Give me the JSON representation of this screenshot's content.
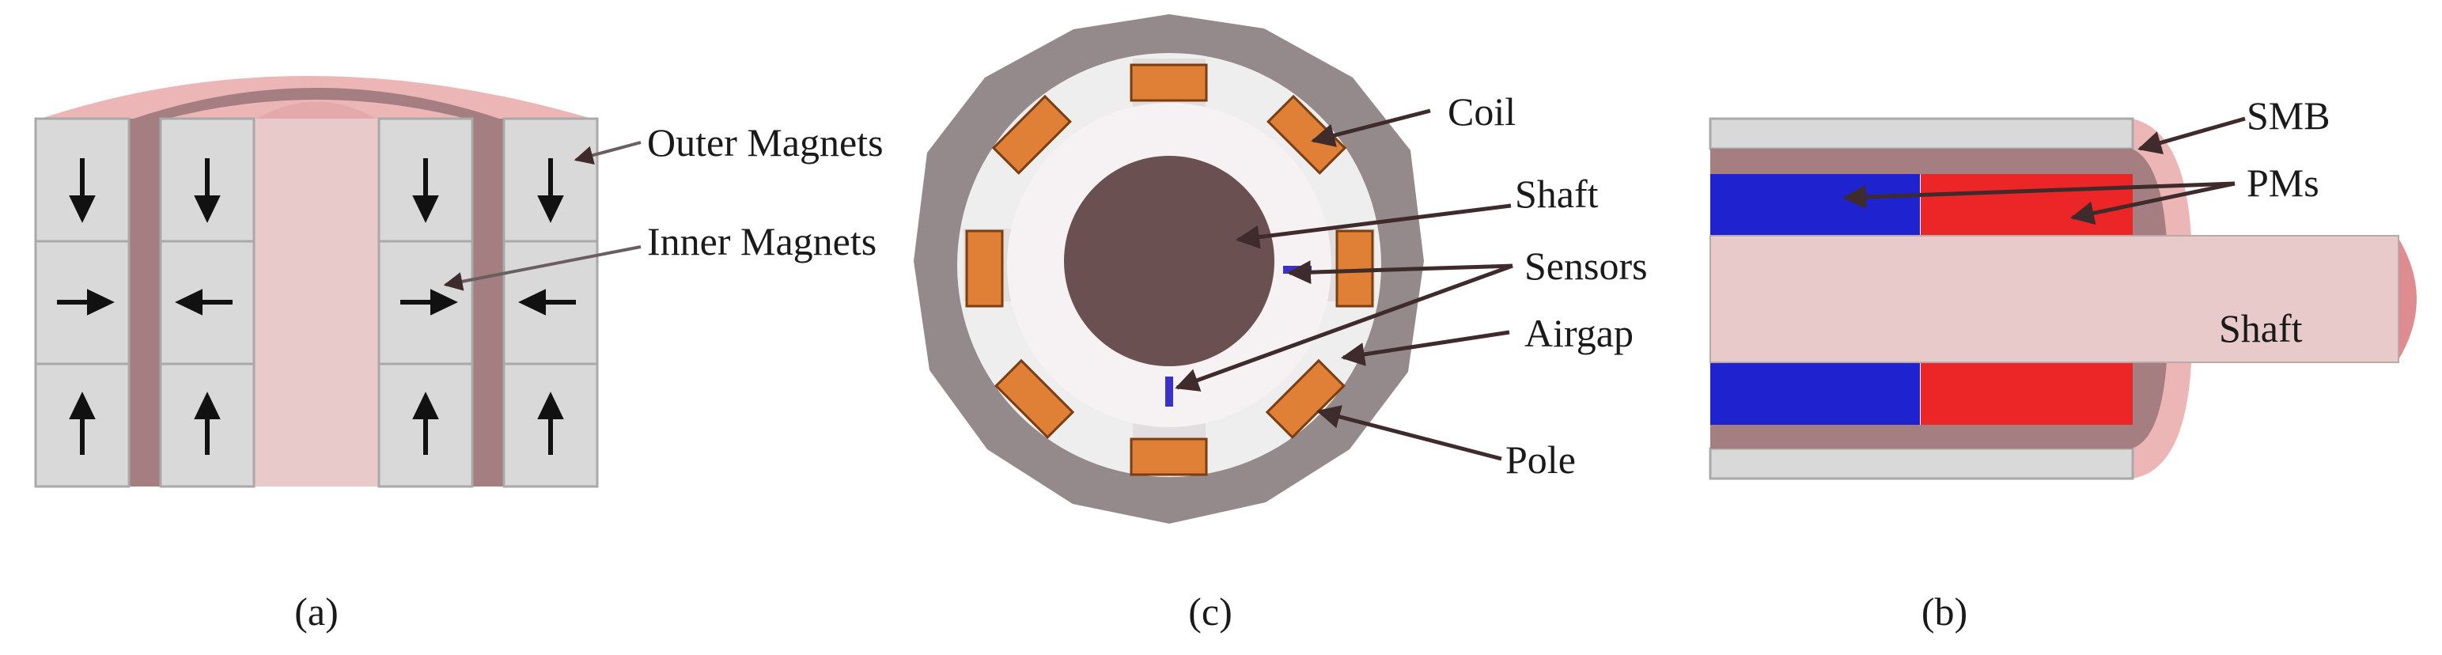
{
  "panels": {
    "a": {
      "caption": "(a)",
      "labels": {
        "outer_magnets": "Outer Magnets",
        "inner_magnets": "Inner Magnets"
      }
    },
    "c": {
      "caption": "(c)",
      "labels": {
        "coil": "Coil",
        "shaft": "Shaft",
        "sensors": "Sensors",
        "airgap": "Airgap",
        "pole": "Pole"
      }
    },
    "b": {
      "caption": "(b)",
      "labels": {
        "smb": "SMB",
        "pms": "PMs",
        "shaft": "Shaft"
      }
    }
  },
  "colors": {
    "magnet_block": "#d9d9d9",
    "magnet_border": "#a9a9a9",
    "outer_ring": "#a47e80",
    "top_disc": "#ecb5b6",
    "inner_cylinder": "#e8cacb",
    "stator_outer": "#958a8b",
    "stator_inner": "#eeeeee",
    "airgap": "#f6f2f3",
    "shaft_dark": "#6b5052",
    "coil": "#e07f36",
    "sensor": "#3a31c8",
    "pm_blue": "#1f22cf",
    "pm_red": "#ec2526",
    "shaft_light": "#e8cacb",
    "arrow": "#3f2a2c"
  }
}
